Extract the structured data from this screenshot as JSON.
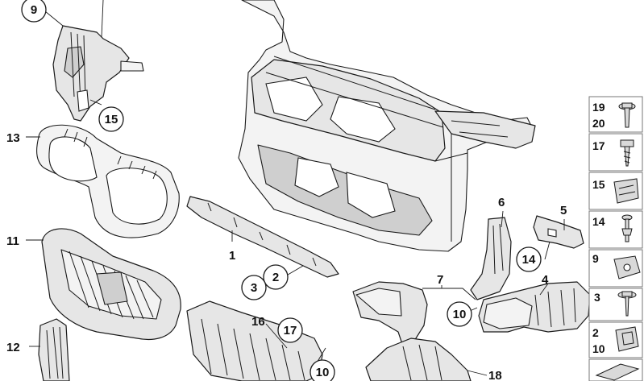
{
  "callouts": {
    "c1": "1",
    "c2": "2",
    "c3": "3",
    "c4": "4",
    "c5": "5",
    "c6": "6",
    "c7": "7",
    "c9": "9",
    "c10a": "10",
    "c10b": "10",
    "c11": "11",
    "c12": "12",
    "c13": "13",
    "c14": "14",
    "c15": "15",
    "c16": "16",
    "c17": "17",
    "c18": "18"
  },
  "legend": {
    "r1a": "19",
    "r1b": "20",
    "r2": "17",
    "r3": "15",
    "r4": "14",
    "r5": "9",
    "r6": "3",
    "r7a": "2",
    "r7b": "10"
  }
}
